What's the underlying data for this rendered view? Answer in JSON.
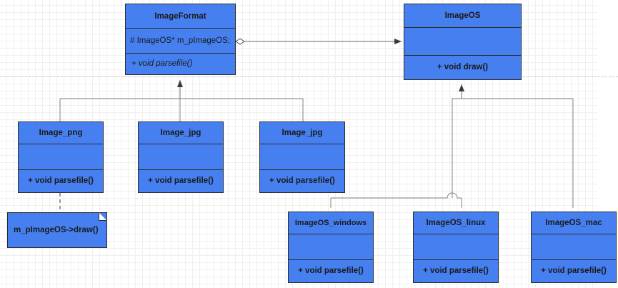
{
  "diagram": {
    "type": "uml-class-diagram",
    "background": "#ffffff",
    "grid_color": "#f0f0f0",
    "class_fill": "#4680f0",
    "class_stroke": "#2b2b2b",
    "connector_color": "#808080"
  },
  "classes": {
    "image_format": {
      "name": "ImageFormat",
      "attributes": "#  ImageOS* m_pImageOS;",
      "operations": "+ void parsefile()"
    },
    "image_os": {
      "name": "ImageOS",
      "attributes": "",
      "operations": "+ void draw()"
    },
    "image_png": {
      "name": "Image_png",
      "attributes": "",
      "operations": "+ void parsefile()"
    },
    "image_jpg_1": {
      "name": "Image_jpg",
      "attributes": "",
      "operations": "+ void parsefile()"
    },
    "image_jpg_2": {
      "name": "Image_jpg",
      "attributes": "",
      "operations": "+ void parsefile()"
    },
    "imageos_windows": {
      "name": "ImageOS_windows",
      "attributes": "",
      "operations": "+ void parsefile()"
    },
    "imageos_linux": {
      "name": "ImageOS_linux",
      "attributes": "",
      "operations": "+ void parsefile()"
    },
    "imageos_mac": {
      "name": "ImageOS_mac",
      "attributes": "",
      "operations": "+ void parsefile()"
    }
  },
  "note": {
    "text": "m_pImageOS->draw()"
  },
  "relationships": [
    {
      "kind": "aggregation",
      "from": "ImageFormat",
      "to": "ImageOS"
    },
    {
      "kind": "generalization",
      "from": "Image_png",
      "to": "ImageFormat"
    },
    {
      "kind": "generalization",
      "from": "Image_jpg",
      "to": "ImageFormat"
    },
    {
      "kind": "generalization",
      "from": "Image_jpg",
      "to": "ImageFormat"
    },
    {
      "kind": "generalization",
      "from": "ImageOS_windows",
      "to": "ImageOS"
    },
    {
      "kind": "generalization",
      "from": "ImageOS_linux",
      "to": "ImageOS"
    },
    {
      "kind": "generalization",
      "from": "ImageOS_mac",
      "to": "ImageOS"
    },
    {
      "kind": "note-link",
      "from": "note",
      "to": "Image_png"
    }
  ]
}
